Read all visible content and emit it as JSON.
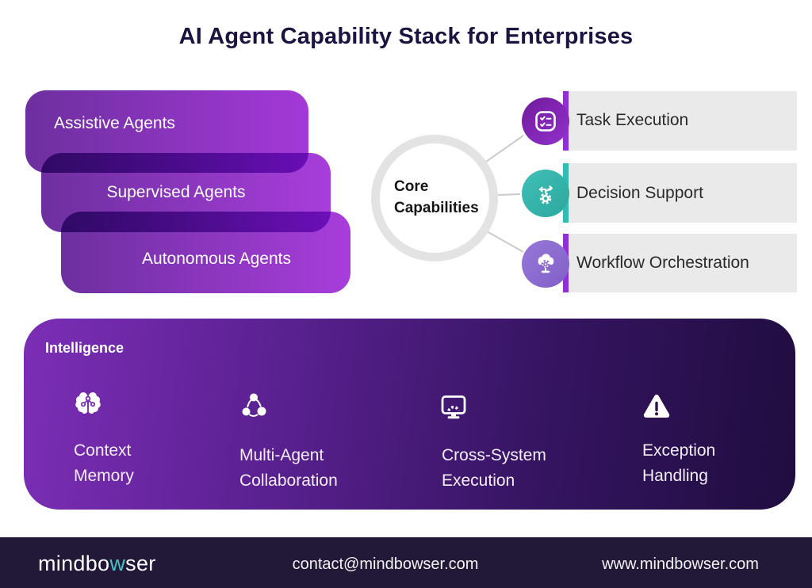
{
  "title": "AI Agent Capability Stack for Enterprises",
  "stack": {
    "items": [
      {
        "label": "Assistive Agents"
      },
      {
        "label": "Supervised Agents"
      },
      {
        "label": "Autonomous Agents"
      }
    ]
  },
  "core": {
    "line1": "Core",
    "line2": "Capabilities",
    "capabilities": [
      {
        "label": "Task Execution",
        "icon": "checklist-icon",
        "circle_color": "#8226b8",
        "accent_color": "#9030d4"
      },
      {
        "label": "Decision Support",
        "icon": "branch-arrows-gear-icon",
        "circle_color": "#35b4ab",
        "accent_color": "#32bcb2"
      },
      {
        "label": "Workflow Orchestration",
        "icon": "cloud-gear-network-icon",
        "circle_color": "#8b68cf",
        "accent_color": "#9030d4"
      }
    ]
  },
  "intelligence": {
    "title": "Intelligence",
    "items": [
      {
        "line1": "Context",
        "line2": "Memory",
        "icon": "brain-circuit-icon"
      },
      {
        "line1": "Multi-Agent",
        "line2": "Collaboration",
        "icon": "three-agents-network-icon"
      },
      {
        "line1": "Cross-System",
        "line2": "Execution",
        "icon": "monitor-gear-icon"
      },
      {
        "line1": "Exception",
        "line2": "Handling",
        "icon": "warning-triangle-icon"
      }
    ]
  },
  "footer": {
    "logo_pre": "mindbo",
    "logo_accent": "w",
    "logo_post": "ser",
    "email": "contact@mindbowser.com",
    "website": "www.mindbowser.com"
  },
  "colors": {
    "title_text": "#1c1340",
    "stack_gradient_start": "#6d2f9f",
    "stack_gradient_end": "#a83ddb",
    "band_gradient_start": "#7c2eb6",
    "band_gradient_end": "#200d3f",
    "teal_accent": "#32bcb2",
    "purple_accent": "#9030d4",
    "panel_gray": "#eaeaea",
    "footer_bg": "#221837",
    "logo_teal": "#44c4c4"
  }
}
